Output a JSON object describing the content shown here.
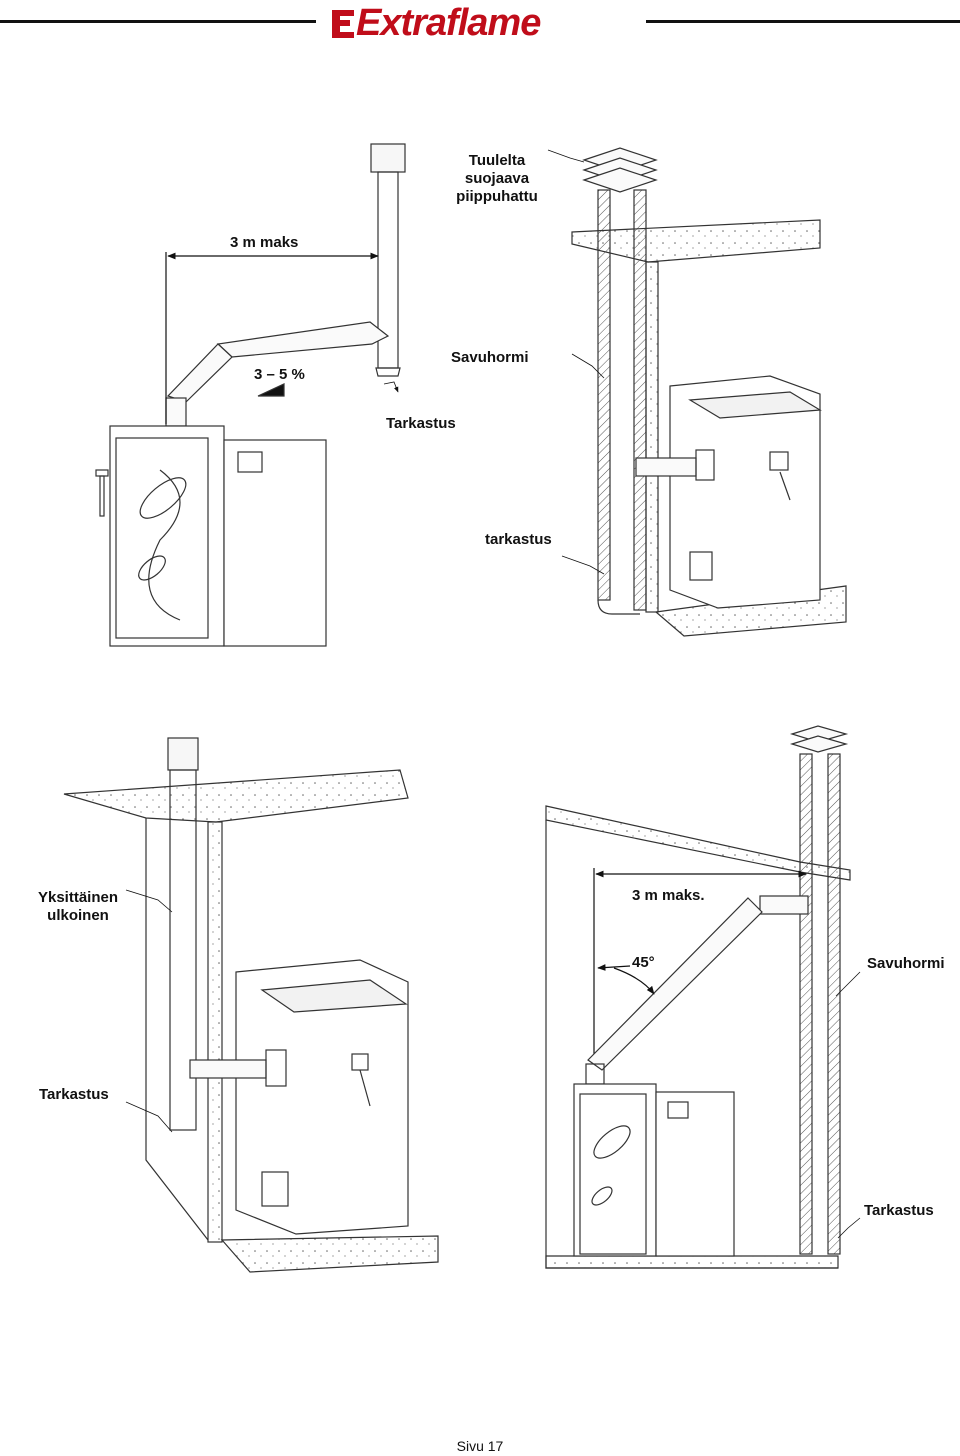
{
  "brand": {
    "name": "Extraflame",
    "color": "#c00d1a"
  },
  "labels": {
    "wind_cap": [
      "Tuulelta",
      "suojaava",
      "piippuhattu"
    ],
    "max_3m": "3 m maks",
    "slope": "3 – 5 %",
    "chimney_top": "Savuhormi",
    "inspection_top": "Tarkastus",
    "inspection_lower": "tarkastus",
    "external_single": [
      "Yksittäinen",
      "ulkoinen"
    ],
    "inspection_left": "Tarkastus",
    "max_3m_dot": "3 m maks.",
    "angle": "45°",
    "chimney_right": "Savuhormi",
    "inspection_right": "Tarkastus"
  },
  "footer": {
    "page": "Sivu 17"
  }
}
